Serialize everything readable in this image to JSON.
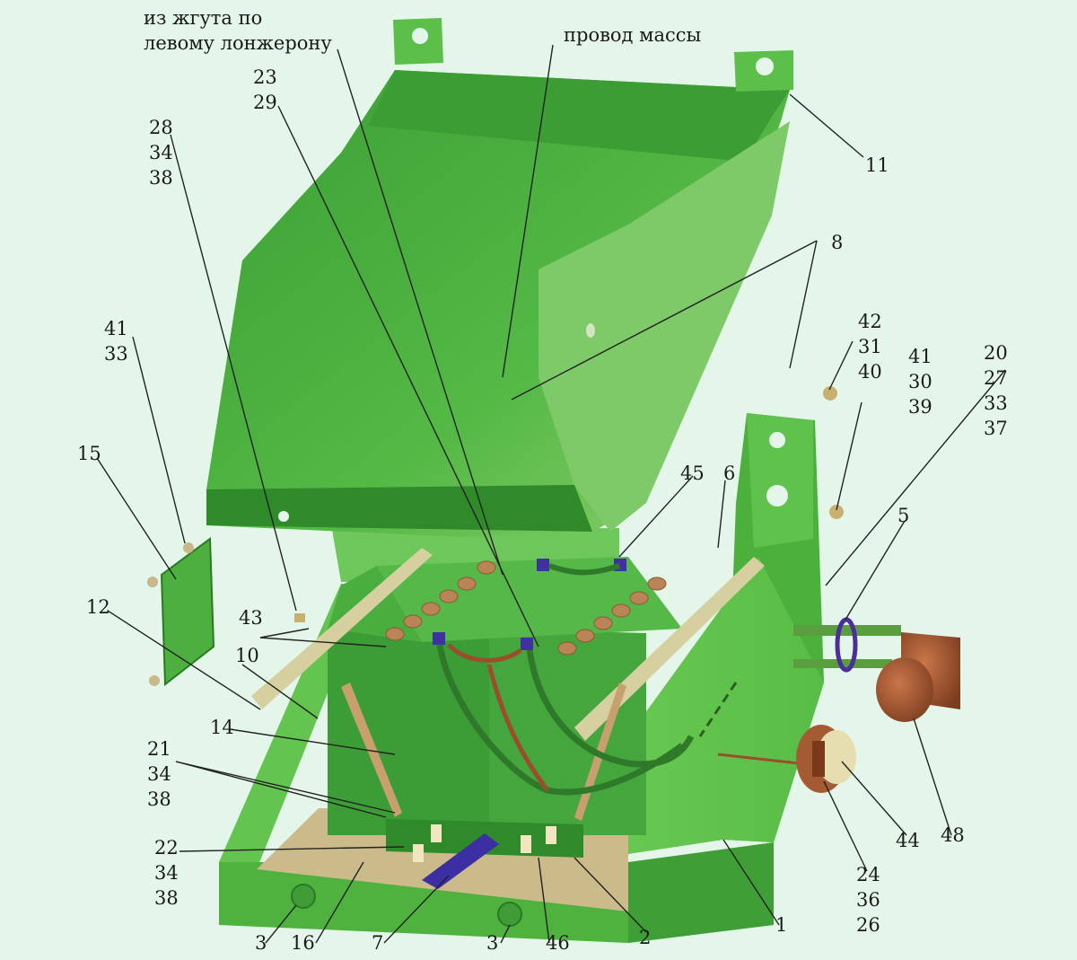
{
  "caption_wiring": [
    "из жгута по",
    "левому лонжерону"
  ],
  "caption_ground": "провод массы",
  "labels": {
    "l23_29": [
      "23",
      "29"
    ],
    "l28_34_38": [
      "28",
      "34",
      "38"
    ],
    "l11": "11",
    "l8": "8",
    "l42_31_40": [
      "42",
      "31",
      "40"
    ],
    "l41_30_39": [
      "41",
      "30",
      "39"
    ],
    "l20_27_33_37": [
      "20",
      "27",
      "33",
      "37"
    ],
    "l41_33": [
      "41",
      "33"
    ],
    "l15": "15",
    "l12": "12",
    "l43": "43",
    "l10": "10",
    "l14": "14",
    "l45": "45",
    "l6": "6",
    "l5": "5",
    "l21_34_38": [
      "21",
      "34",
      "38"
    ],
    "l22_34_38": [
      "22",
      "34",
      "38"
    ],
    "l3a": "3",
    "l16": "16",
    "l7": "7",
    "l3b": "3",
    "l46": "46",
    "l2": "2",
    "l1": "1",
    "l24_36_26": [
      "24",
      "36",
      "26"
    ],
    "l44": "44",
    "l48": "48"
  },
  "colors": {
    "background": "#e4f6ea",
    "body_green": "#5cc24a",
    "body_dark": "#2f8f2a",
    "lid_green": "#4fb03f",
    "tray": "#c9b98a",
    "battery": "#3f9e37",
    "terminal": "#b07a4a",
    "cable_brown": "#9a4e2c",
    "cable_blue": "#3b2fa3",
    "switch_brown": "#a45a32",
    "leader": "#222222"
  }
}
